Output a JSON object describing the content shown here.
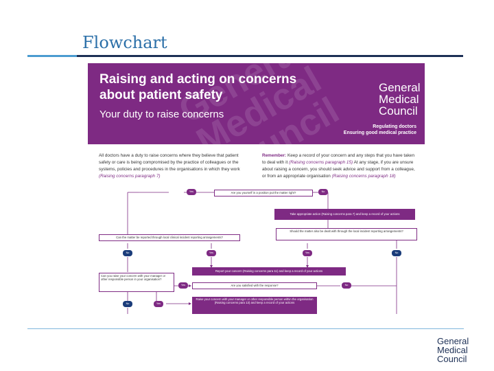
{
  "slide": {
    "title": "Flowchart"
  },
  "document": {
    "heading": "Raising and acting on concerns about patient safety",
    "subheading": "Your duty to raise concerns",
    "watermark": "General\nMedical\nCouncil",
    "logo_lines": [
      "General",
      "Medical",
      "Council"
    ],
    "tagline1": "Regulating doctors",
    "tagline2": "Ensuring good medical practice",
    "intro_left": {
      "text": "All doctors have a duty to raise concerns where they believe that patient safety or care is being compromised by the practice of colleagues or the systems, policies and procedures in the organisations in which they work",
      "ref": "(Raising concerns paragraph 7)"
    },
    "intro_right": {
      "lead": "Remember:",
      "text": "Keep a record of your concern and any steps that you have taken to deal with it",
      "ref1": "(Raising concerns paragraph 15)",
      "text2": "At any stage, if you are unsure about raising a concern, you should seek advice and support from a colleague, or from an appropriate organisation",
      "ref2": "(Raising concerns paragraph 18)"
    }
  },
  "flowchart": {
    "q1": "Are you yourself in a position put the matter right?",
    "a1": "Take appropriate action (Raising concerns para 7) and keep a record of your actions",
    "q2": "Can the matter be reported through local clinical incident reporting arrangements?",
    "q3": "Should the matter also be dealt with through the local incident reporting arrangements?",
    "a2": "Report your concern (Raising concerns para 11) and keep a record of your actions",
    "q4": "Can you raise your concern with your manager or other responsible person in your organisation?",
    "q5": "Are you satisfied with the response?",
    "a3": "Raise your concern with your manager or other responsible person within the organisation (Raising concerns para 13) and keep a record of your actions",
    "yes": "Yes",
    "no": "No"
  },
  "footer": {
    "logo_lines": [
      "General",
      "Medical",
      "Council"
    ]
  },
  "colors": {
    "purple": "#7e2a83",
    "navy": "#1b3c7a",
    "title_blue": "#2b6fa8",
    "accent_blue": "#4a9bd0"
  }
}
